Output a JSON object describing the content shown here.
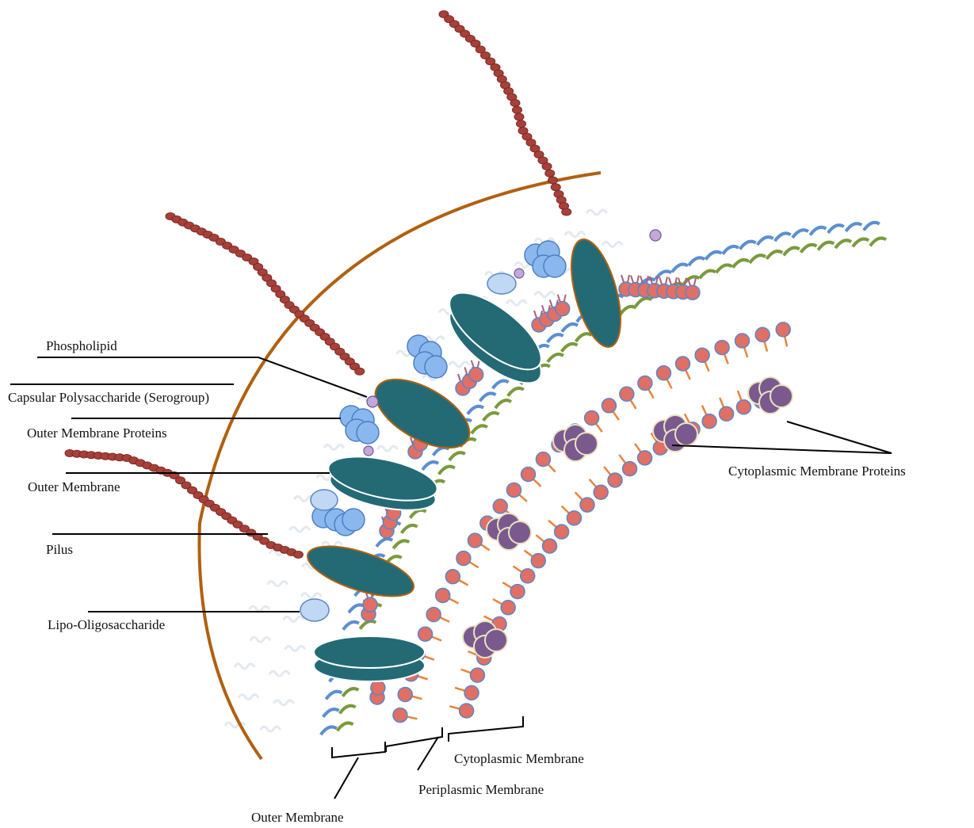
{
  "labels": {
    "phospholipid": "Phospholipid",
    "capsular_polysaccharide": "Capsular Polysaccharide (Serogroup)",
    "outer_membrane_proteins": "Outer Membrane Proteins",
    "outer_membrane_left": "Outer Membrane",
    "pilus": "Pilus",
    "lipo_oligosaccharide": "Lipo-Oligosaccharide",
    "cytoplasmic_membrane_proteins": "Cytoplasmic Membrane Proteins",
    "cytoplasmic_membrane": "Cytoplasmic Membrane",
    "periplasmic_membrane": "Periplasmic Membrane",
    "outer_membrane_bottom": "Outer Membrane"
  },
  "colors": {
    "capsule_arc": "#b0600f",
    "pilus_bead": "#a8403a",
    "capsule_squiggle": "#e4e9f0",
    "lipid_blue": "#5b8fd0",
    "lipid_green": "#7a9a3c",
    "porin": "#246a75",
    "outer_protein": "#8ab8ee",
    "lipo_oligosaccharide": "#c0d8f4",
    "head_group": "#e06f66",
    "head_outline": "#5a86c8",
    "lipid_tail": "#a8607a",
    "cyto_tail": "#e8843c",
    "cyto_protein": "#7a5a8e"
  }
}
